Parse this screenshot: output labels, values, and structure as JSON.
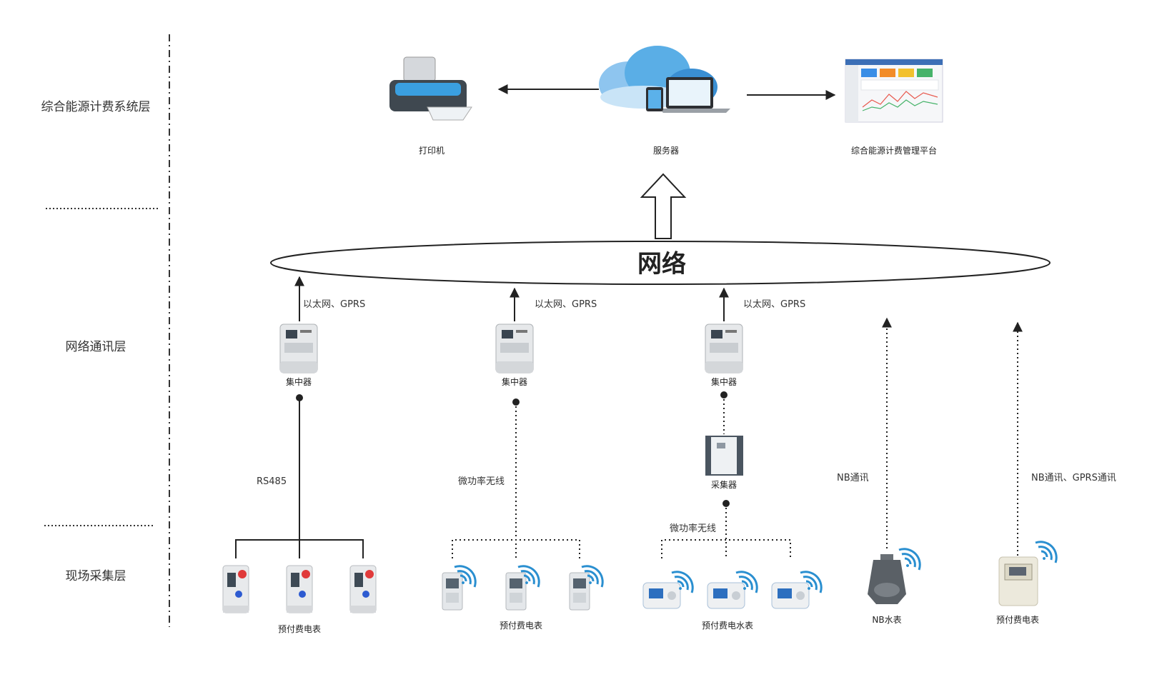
{
  "layers": {
    "system": "综合能源计费系统层",
    "network": "网络通讯层",
    "field": "现场采集层"
  },
  "top": {
    "printer_label": "打印机",
    "server_label": "服务器",
    "platform_label": "综合能源计费管理平台"
  },
  "network_label": "网络",
  "columns": {
    "c1": {
      "uplink": "以太网、GPRS",
      "device": "集中器",
      "link": "RS485",
      "meters": "预付费电表"
    },
    "c2": {
      "uplink": "以太网、GPRS",
      "device": "集中器",
      "link": "微功率无线",
      "meters": "预付费电表"
    },
    "c3": {
      "uplink": "以太网、GPRS",
      "device": "集中器",
      "collector": "采集器",
      "link": "微功率无线",
      "meters": "预付费电水表"
    },
    "c4": {
      "link": "NB通讯",
      "meters": "NB水表"
    },
    "c5": {
      "link": "NB通讯、GPRS通讯",
      "meters": "预付费电表"
    }
  },
  "icons": {
    "printer": "printer-icon",
    "server": "cloud-server-icon",
    "platform": "dashboard-screenshot-icon",
    "concentrator": "concentrator-icon",
    "collector": "collector-icon",
    "meter": "electric-meter-icon",
    "wireless": "wifi-signal-icon",
    "water_meter": "water-meter-icon"
  },
  "colors": {
    "line": "#222222",
    "wifi": "#2a8fd0",
    "cloud": "#3a8fd3",
    "meter_body": "#e6e8ea"
  }
}
